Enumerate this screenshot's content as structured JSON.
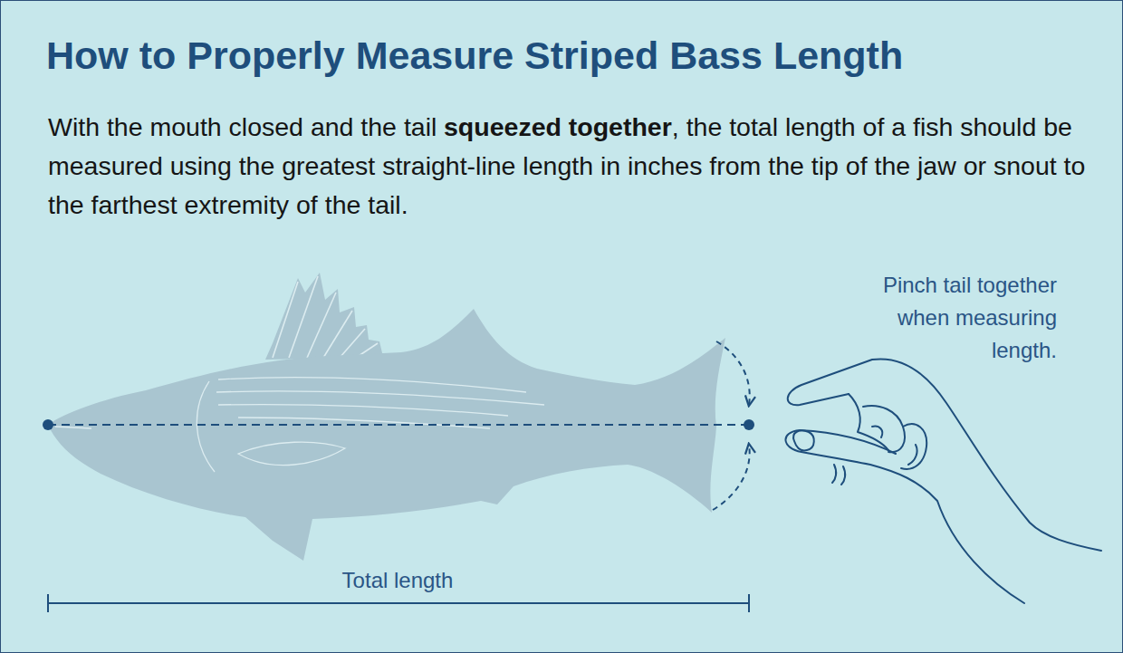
{
  "diagram": {
    "title": "How to Properly Measure Striped Bass Length",
    "labels": [
      "With the mouth closed and the tail",
      "squeezed together",
      ", the total length of a fish should be measured using the greatest straight-line length in inches from the tip of the jaw or snout to the farthest extremity of the tail.",
      "Pinch tail together when measuring length.",
      "Total length"
    ]
  }
}
